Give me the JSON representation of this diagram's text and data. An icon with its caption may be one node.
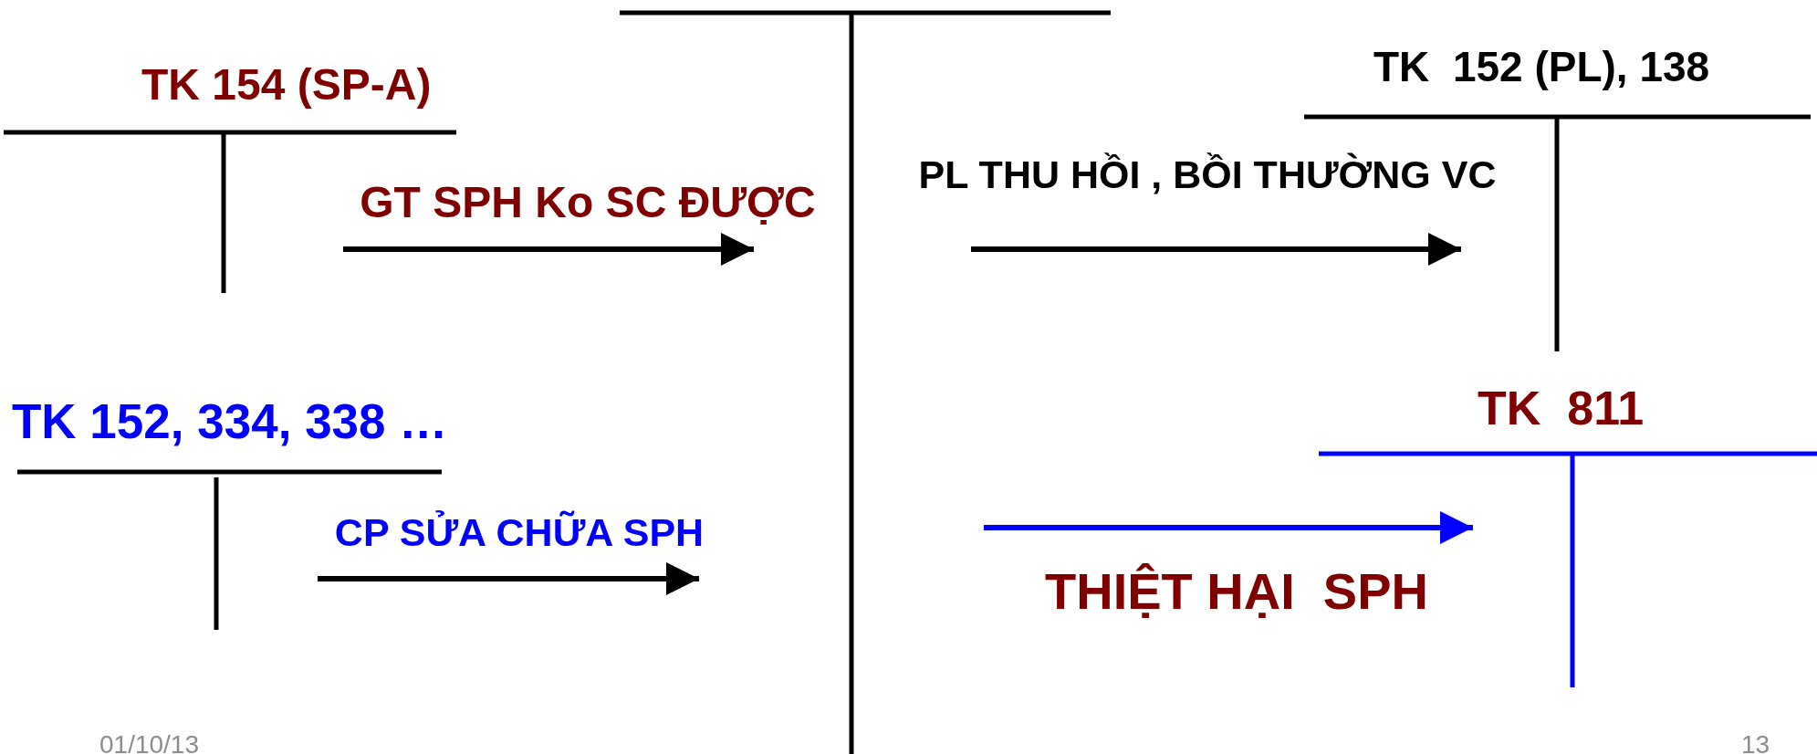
{
  "diagram": {
    "nodes": [
      {
        "text": [
          "TK 154 (SP-A)"
        ]
      },
      {
        "text": [],
        "shape": "bar"
      },
      {
        "text": [
          "TK 152, 334, 338 …"
        ]
      },
      {
        "text": [
          "TK  152 (PL), 138"
        ]
      },
      {
        "text": [
          "TK  811"
        ]
      }
    ],
    "edges": [
      {
        "from": 0,
        "to": 1,
        "arrow": "to",
        "label": "GT SPH Ko SC ĐƯỢC"
      },
      {
        "from": 2,
        "to": 1,
        "arrow": "to",
        "label": "CP SỬA CHỮA SPH"
      },
      {
        "from": 1,
        "to": 3,
        "arrow": "to",
        "label": "PL THU HỒI , BỒI THƯỜNG VC"
      },
      {
        "from": 1,
        "to": 4,
        "arrow": "to",
        "label": "THIỆT HẠI  SPH",
        "color": "#0000ff"
      }
    ],
    "labels": [
      "01/10/13",
      "13"
    ]
  }
}
